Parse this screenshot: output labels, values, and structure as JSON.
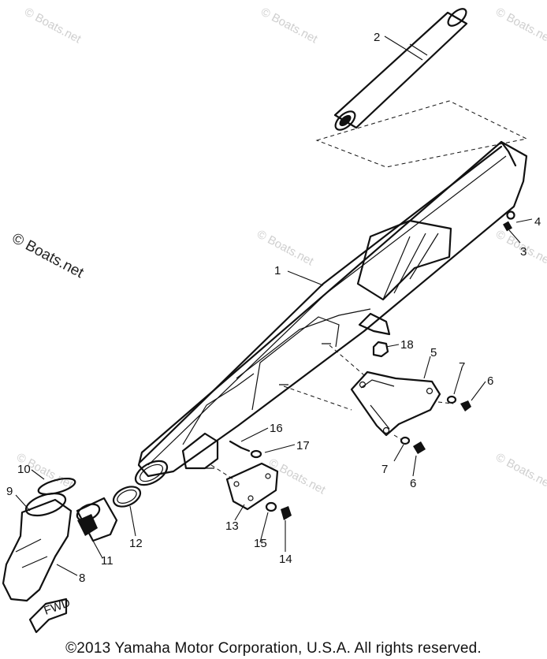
{
  "watermark": "© Boats.net",
  "copyright": "©2013 Yamaha Motor Corporation, U.S.A. All rights reserved.",
  "fwd_label": "FWD",
  "callouts": [
    "1",
    "2",
    "3",
    "4",
    "5",
    "6",
    "6",
    "7",
    "7",
    "8",
    "9",
    "10",
    "11",
    "12",
    "13",
    "14",
    "15",
    "16",
    "17",
    "18"
  ]
}
